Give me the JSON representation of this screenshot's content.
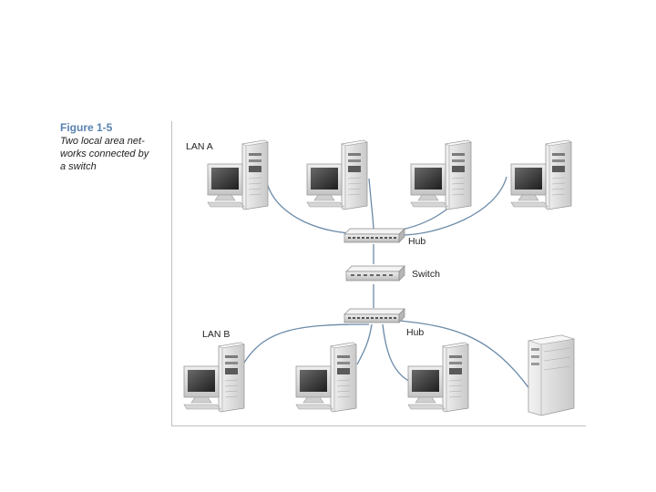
{
  "caption": {
    "figure_number": "Figure 1-5",
    "lines": [
      "Two local area net-",
      "works connected by",
      "a switch"
    ]
  },
  "labels": {
    "lan_a": "LAN A",
    "lan_b": "LAN B",
    "hub_top": "Hub",
    "switch": "Switch",
    "hub_bottom": "Hub"
  },
  "colors": {
    "cable": "#6b8aa8",
    "device_body": "#e2e2e2",
    "device_shadow": "#b8b8b8",
    "screen": "#3a3a3a"
  },
  "icons": [
    "workstation-icon",
    "server-icon",
    "hub-icon",
    "switch-icon"
  ]
}
